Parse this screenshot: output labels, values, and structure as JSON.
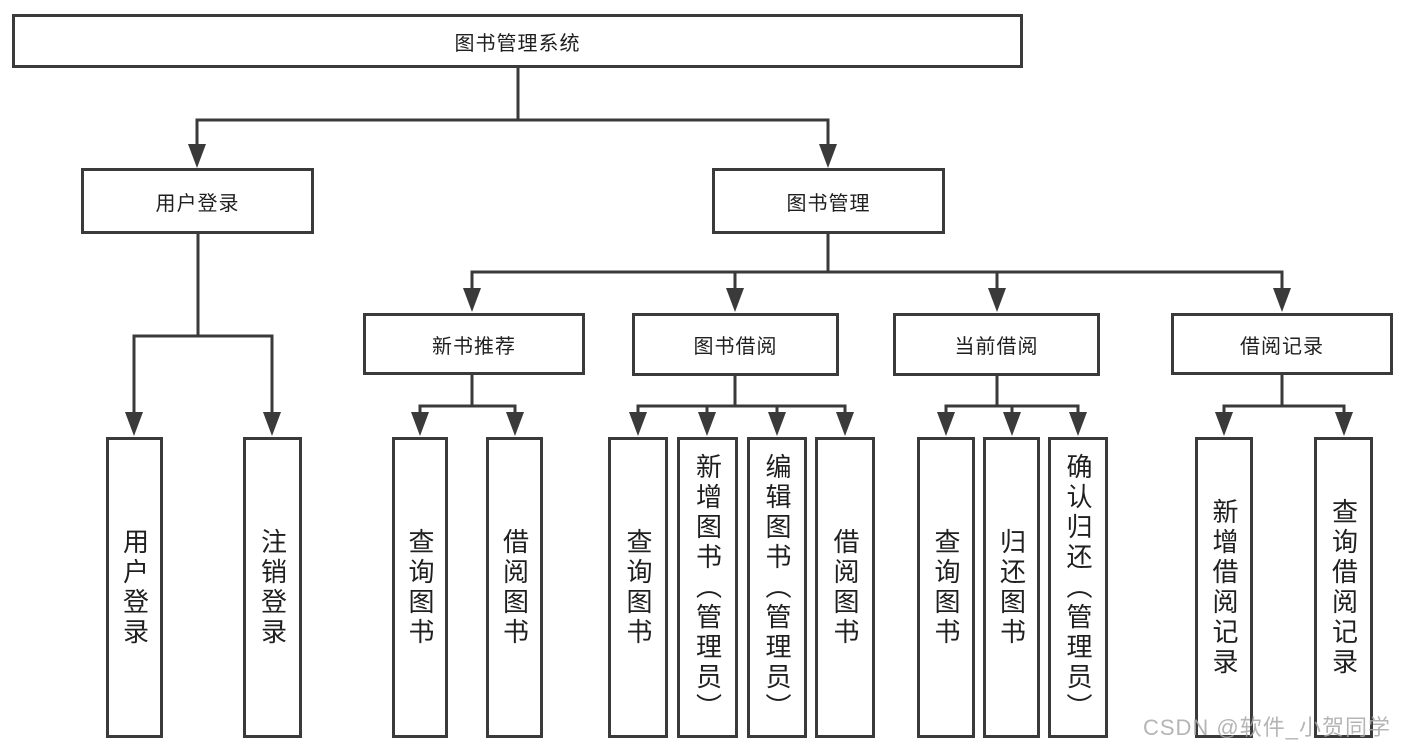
{
  "tree": {
    "label": "图书管理系统",
    "children": [
      {
        "label": "用户登录",
        "children": [
          {
            "label": "用户登录"
          },
          {
            "label": "注销登录"
          }
        ]
      },
      {
        "label": "图书管理",
        "children": [
          {
            "label": "新书推荐",
            "children": [
              {
                "label": "查询图书"
              },
              {
                "label": "借阅图书"
              }
            ]
          },
          {
            "label": "图书借阅",
            "children": [
              {
                "label": "查询图书"
              },
              {
                "label": "新增图书（管理员）"
              },
              {
                "label": "编辑图书（管理员）"
              },
              {
                "label": "借阅图书"
              }
            ]
          },
          {
            "label": "当前借阅",
            "children": [
              {
                "label": "查询图书"
              },
              {
                "label": "归还图书"
              },
              {
                "label": "确认归还（管理员）"
              }
            ]
          },
          {
            "label": "借阅记录",
            "children": [
              {
                "label": "新增借阅记录"
              },
              {
                "label": "查询借阅记录"
              }
            ]
          }
        ]
      }
    ]
  },
  "watermark": {
    "text": "CSDN @软件_小贺同学"
  },
  "colors": {
    "line": "#3a3a3a",
    "text": "#1f1f1f",
    "watermark": "#a8a8a8",
    "background": "#ffffff"
  }
}
